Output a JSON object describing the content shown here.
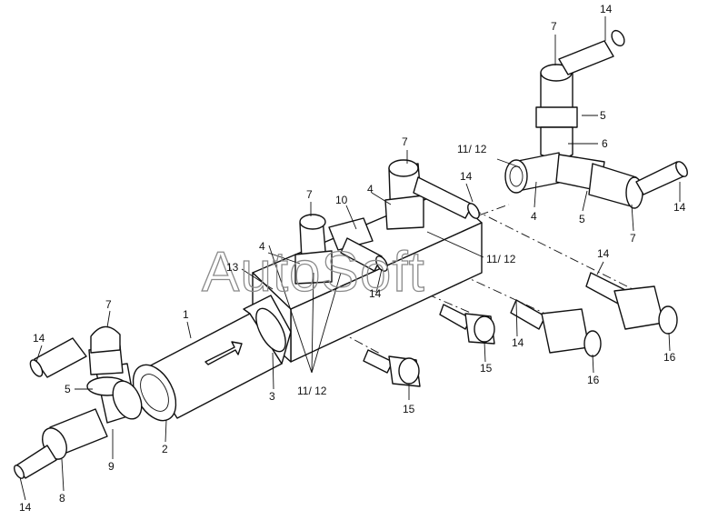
{
  "watermark": "AutoSoft",
  "callouts": [
    {
      "id": "c-14-top",
      "text": "14"
    },
    {
      "id": "c-7-top",
      "text": "7"
    },
    {
      "id": "c-5-top",
      "text": "5"
    },
    {
      "id": "c-6",
      "text": "6"
    },
    {
      "id": "c-1112-tee",
      "text": "11/ 12"
    },
    {
      "id": "c-4-tee",
      "text": "4"
    },
    {
      "id": "c-5-tee",
      "text": "5"
    },
    {
      "id": "c-14-right",
      "text": "14"
    },
    {
      "id": "c-7-right",
      "text": "7"
    },
    {
      "id": "c-7-blockright",
      "text": "7"
    },
    {
      "id": "c-4-blockright",
      "text": "4"
    },
    {
      "id": "c-14-blocktop",
      "text": "14"
    },
    {
      "id": "c-7-blockmid",
      "text": "7"
    },
    {
      "id": "c-10",
      "text": "10"
    },
    {
      "id": "c-4-blockmid",
      "text": "4"
    },
    {
      "id": "c-13",
      "text": "13"
    },
    {
      "id": "c-1112-mid",
      "text": "11/ 12"
    },
    {
      "id": "c-14-mid",
      "text": "14"
    },
    {
      "id": "c-14-sw1",
      "text": "14"
    },
    {
      "id": "c-14-sw2",
      "text": "14"
    },
    {
      "id": "c-16-a",
      "text": "16"
    },
    {
      "id": "c-16-b",
      "text": "16"
    },
    {
      "id": "c-15-a",
      "text": "15"
    },
    {
      "id": "c-15-b",
      "text": "15"
    },
    {
      "id": "c-1",
      "text": "1"
    },
    {
      "id": "c-3",
      "text": "3"
    },
    {
      "id": "c-1112-bottom",
      "text": "11/ 12"
    },
    {
      "id": "c-2",
      "text": "2"
    },
    {
      "id": "c-7-left",
      "text": "7"
    },
    {
      "id": "c-14-left",
      "text": "14"
    },
    {
      "id": "c-5-left",
      "text": "5"
    },
    {
      "id": "c-9",
      "text": "9"
    },
    {
      "id": "c-8",
      "text": "8"
    },
    {
      "id": "c-14-bottom",
      "text": "14"
    }
  ]
}
